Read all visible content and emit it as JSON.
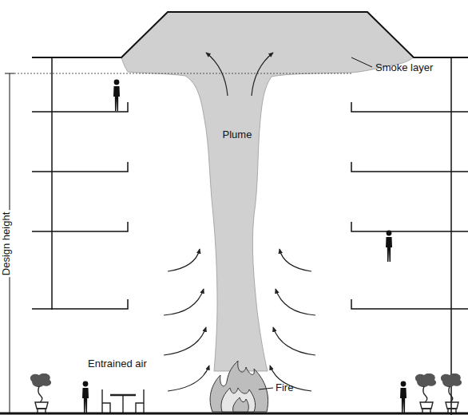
{
  "diagram": {
    "nodes": [
      {
        "text": [
          "Plume"
        ]
      }
    ],
    "labels": [
      "Smoke layer",
      "Entrained air",
      "Fire",
      "Design height"
    ]
  }
}
